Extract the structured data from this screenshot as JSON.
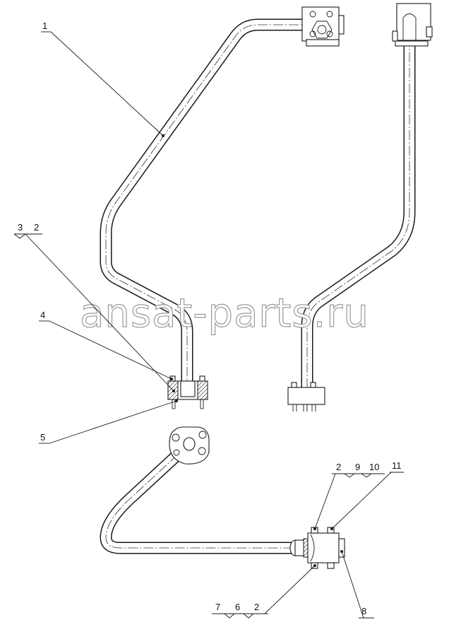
{
  "drawing": {
    "callouts": {
      "c1": "1",
      "c3": "3",
      "c2a": "2",
      "c4": "4",
      "c5": "5",
      "c2b": "2",
      "c9": "9",
      "c10": "10",
      "c11": "11",
      "c7": "7",
      "c6": "6",
      "c2c": "2",
      "c8": "8"
    },
    "watermark": "ansat-parts.ru",
    "colors": {
      "line": "#1a1a1a",
      "watermark_stroke": "#9a9a9a",
      "background": "#ffffff"
    }
  }
}
